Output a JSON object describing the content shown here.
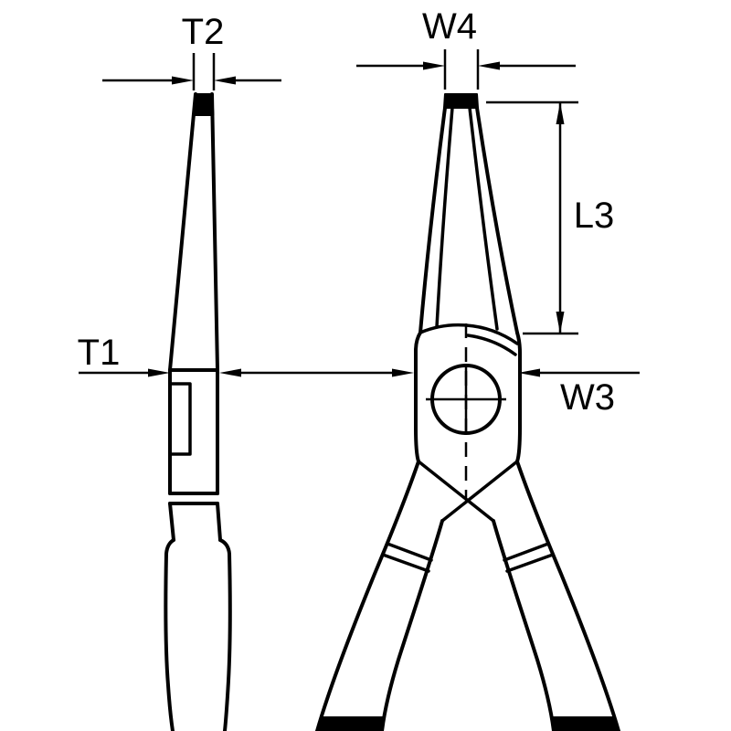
{
  "diagram": {
    "background_color": "#ffffff",
    "line_color": "#000000",
    "labels": {
      "t2": "T2",
      "t1": "T1",
      "w4": "W4",
      "w3": "W3",
      "l3": "L3"
    }
  }
}
